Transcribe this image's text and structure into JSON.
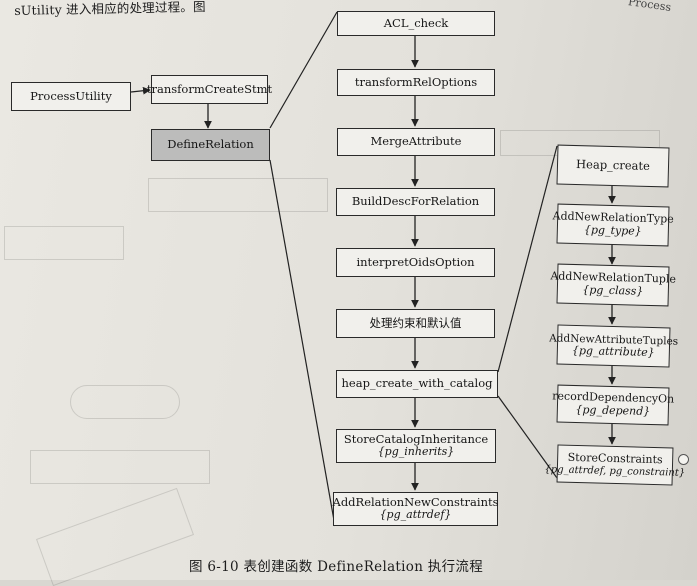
{
  "top_text": "sUtility 进入相应的处理过程。图",
  "top_right_fragment": "Process",
  "left_chain": {
    "process_utility": "ProcessUtility",
    "transform_create_stmt": "transformCreateStmt",
    "define_relation": "DefineRelation"
  },
  "main_steps": [
    {
      "label": "ACL_check",
      "sub": ""
    },
    {
      "label": "transformRelOptions",
      "sub": ""
    },
    {
      "label": "MergeAttribute",
      "sub": ""
    },
    {
      "label": "BuildDescForRelation",
      "sub": ""
    },
    {
      "label": "interpretOidsOption",
      "sub": ""
    },
    {
      "label": "处理约束和默认值",
      "sub": ""
    },
    {
      "label": "heap_create_with_catalog",
      "sub": ""
    },
    {
      "label": "StoreCatalogInheritance",
      "sub": "{pg_inherits}"
    },
    {
      "label": "AddRelationNewConstraints",
      "sub": "{pg_attrdef}"
    }
  ],
  "heap_steps": [
    {
      "label": "Heap_create",
      "sub": ""
    },
    {
      "label": "AddNewRelationType",
      "sub": "{pg_type}"
    },
    {
      "label": "AddNewRelationTuple",
      "sub": "{pg_class}"
    },
    {
      "label": "AddNewAttributeTuples",
      "sub": "{pg_attribute}"
    },
    {
      "label": "recordDependencyOn",
      "sub": "{pg_depend}"
    },
    {
      "label": "StoreConstraints",
      "sub": "{pg_attrdef, pg_constraint}"
    }
  ],
  "caption": "图 6-10   表创建函数 DefineRelation 执行流程"
}
